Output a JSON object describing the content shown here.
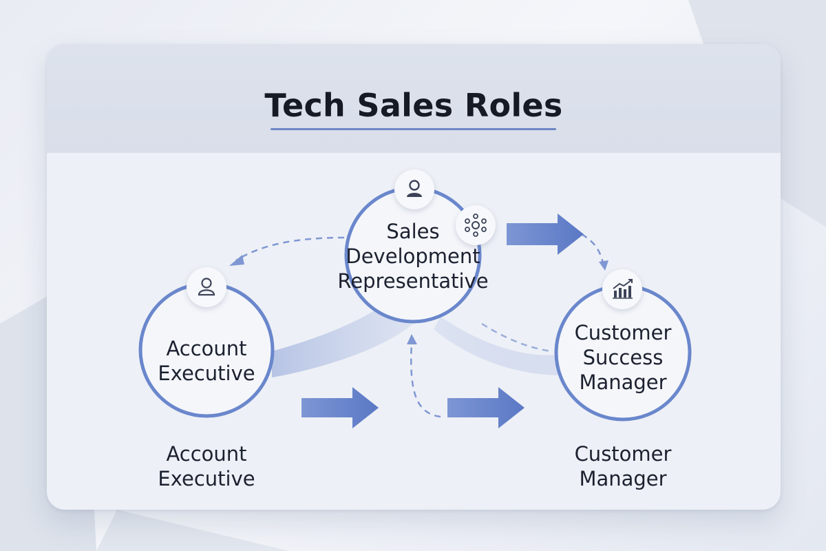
{
  "title": "Tech Sales Roles",
  "nodes": {
    "sdr": {
      "lines": [
        "Sales",
        "Development",
        "Representative"
      ],
      "icons": [
        "user-icon",
        "team-network-icon"
      ]
    },
    "ae": {
      "lines": [
        "Account",
        "Executive"
      ],
      "icon": "user-icon"
    },
    "csm": {
      "lines": [
        "Customer",
        "Success",
        "Manager"
      ],
      "icon": "growth-chart-icon"
    }
  },
  "captions": {
    "left": [
      "Account",
      "Executive"
    ],
    "right": [
      "Customer",
      "Manager"
    ]
  },
  "colors": {
    "accent": "#5f7cc4",
    "ring": "#6a87cc",
    "arrow": "#6b88cf",
    "title": "#161a24",
    "header": "#dde2ec",
    "card": "#edf0f6"
  }
}
